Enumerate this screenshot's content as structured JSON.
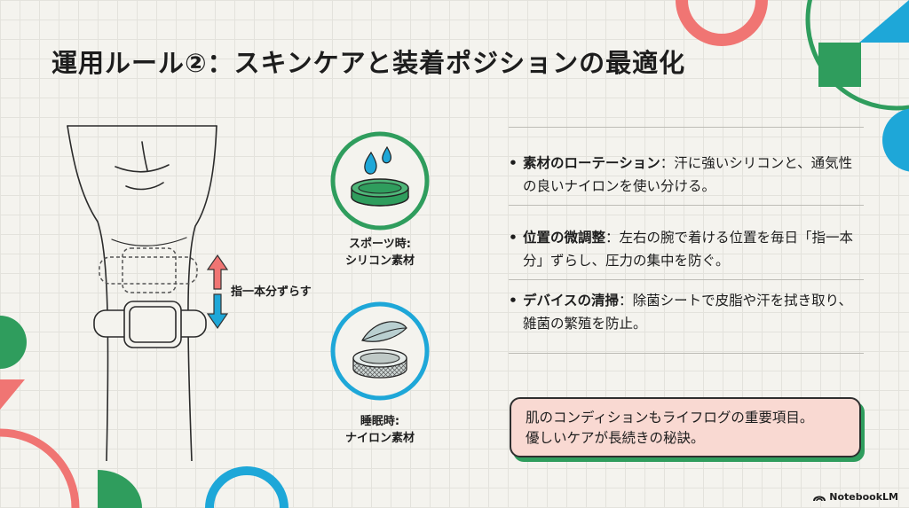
{
  "title": "運用ルール②：スキンケアと装着ポジションの最適化",
  "shift_label": "指一本分ずらす",
  "sports": {
    "line1": "スポーツ時:",
    "line2": "シリコン素材"
  },
  "sleep": {
    "line1": "睡眠時:",
    "line2": "ナイロン素材"
  },
  "bullets": [
    {
      "head": "素材のローテーション",
      "sep": "：",
      "body": "汗に強いシリコンと、通気性の良いナイロンを使い分ける。"
    },
    {
      "head": "位置の微調整",
      "sep": "：",
      "body": "左右の腕で着ける位置を毎日「指一本分」ずらし、圧力の集中を防ぐ。"
    },
    {
      "head": "デバイスの清掃",
      "sep": "：",
      "body": "除菌シートで皮脂や汗を拭き取り、雑菌の繁殖を防止。"
    }
  ],
  "bullet_mark": "•",
  "callout": {
    "line1": "肌のコンディションもライフログの重要項目。",
    "line2": "優しいケアが長続きの秘訣。"
  },
  "brand": "NotebookLM",
  "colors": {
    "green": "#2f9d5d",
    "blue": "#1ea7d8",
    "coral": "#f07573",
    "callout_bg": "#f9d9d2"
  }
}
